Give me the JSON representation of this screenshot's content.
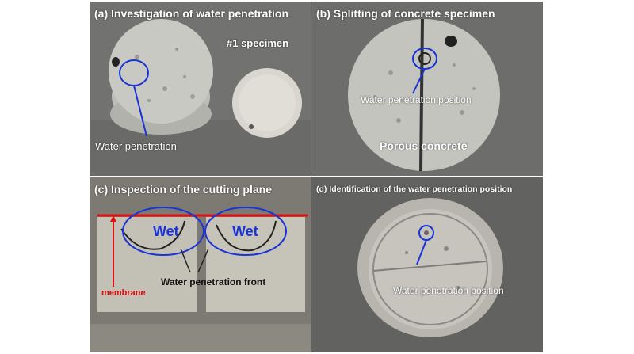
{
  "panels": {
    "a": {
      "title": "(a) Investigation of water penetration",
      "specimen_label": "#1 specimen",
      "callout": "Water penetration"
    },
    "b": {
      "title": "(b) Splitting of concrete specimen",
      "callout": "Water penetration position",
      "material": "Porous concrete"
    },
    "c": {
      "title": "(c) Inspection of the cutting plane",
      "wet_left": "Wet",
      "wet_right": "Wet",
      "front_label": "Water penetration front",
      "membrane_label": "membrane"
    },
    "d": {
      "title": "(d) Identification of the water penetration position",
      "callout": "Water penetration position"
    }
  },
  "colors": {
    "annotation_blue": "#1a33d6",
    "membrane_red": "#e01010",
    "concrete_gray": "#8d8d8d"
  }
}
